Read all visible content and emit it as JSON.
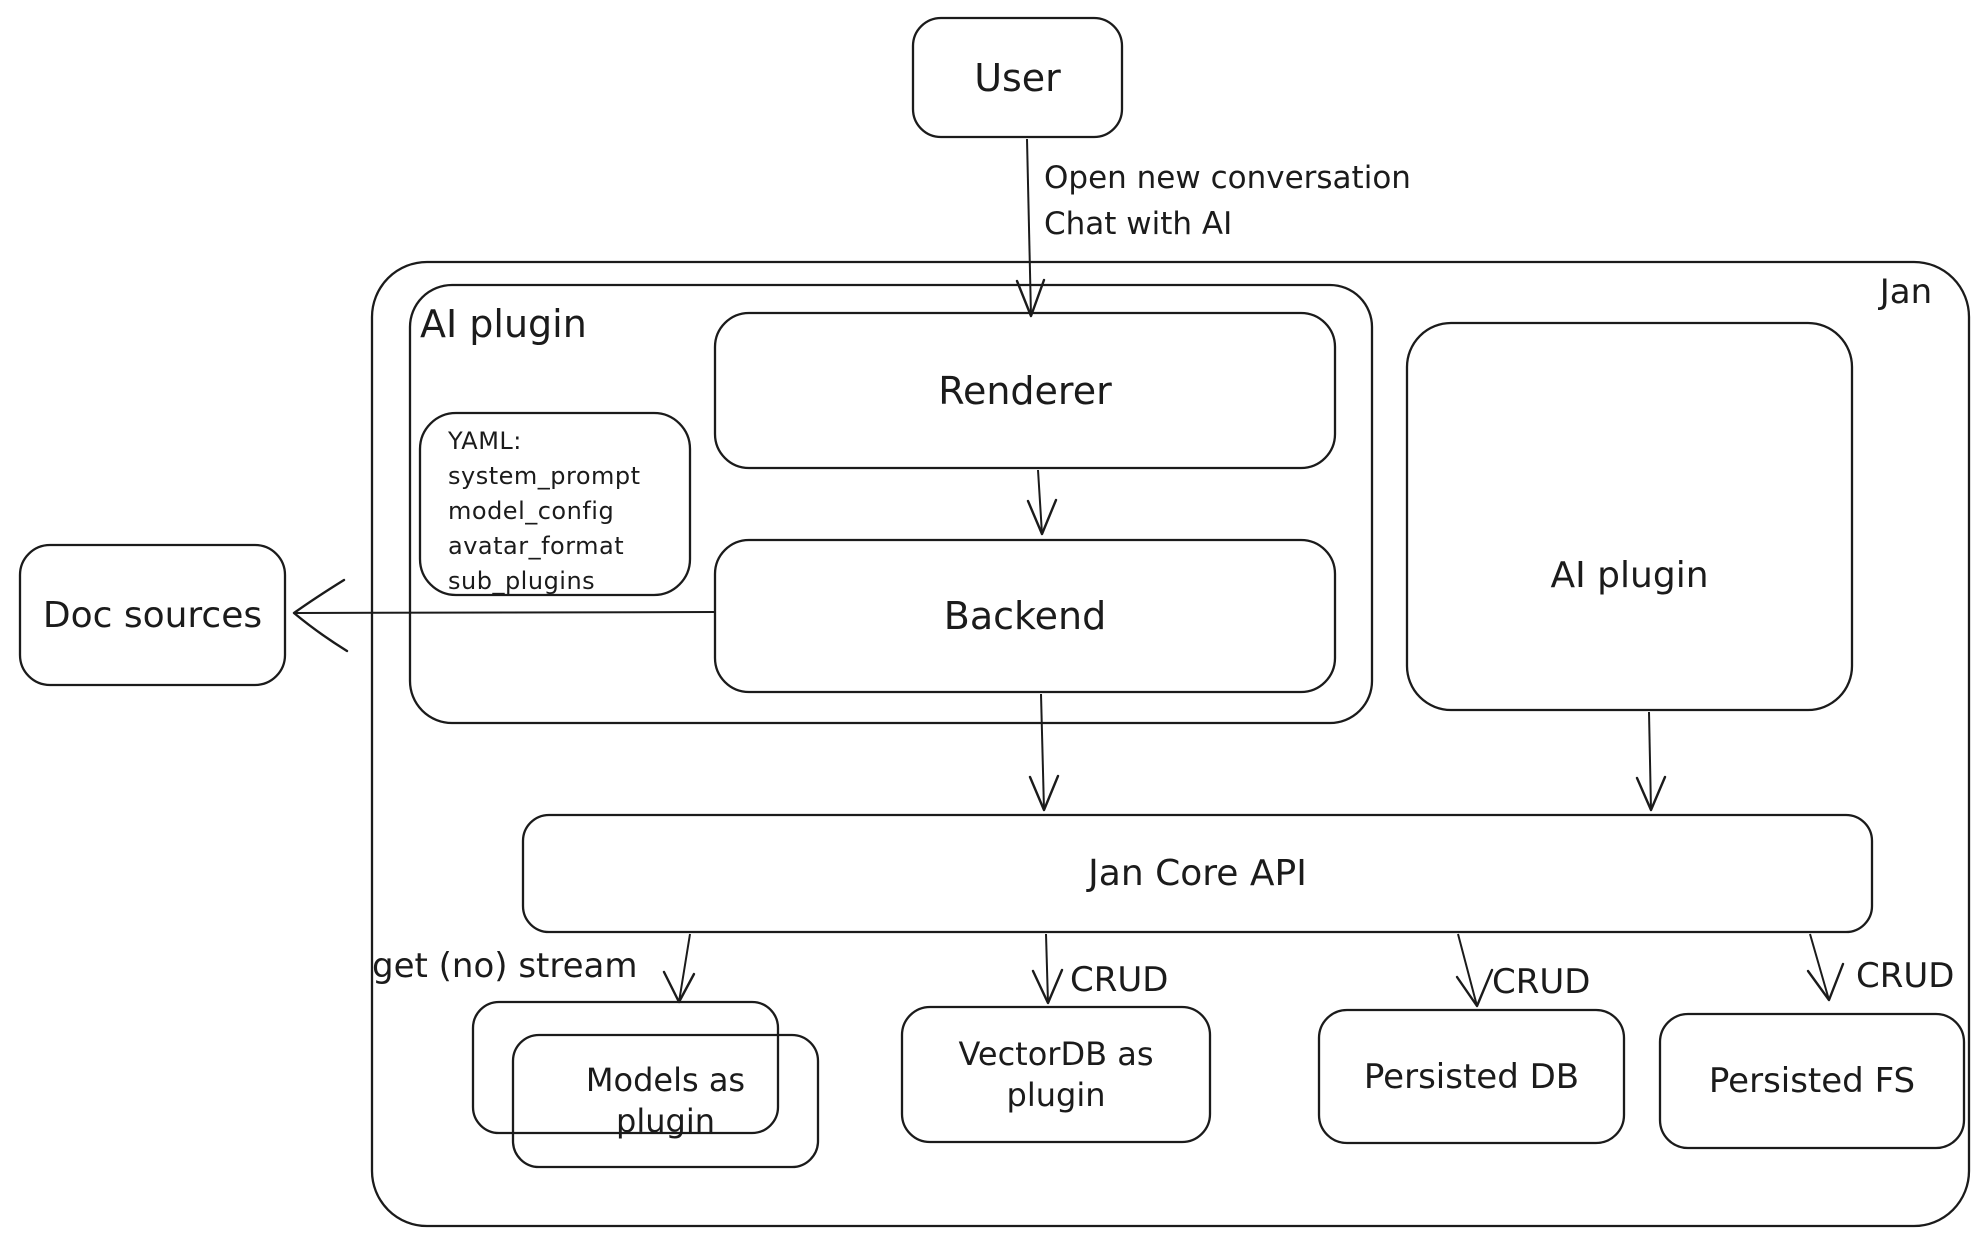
{
  "diagram": {
    "title": "Jan architecture diagram",
    "background": "#ffffff",
    "stroke_color": "#1b1b1b",
    "nodes": {
      "user": {
        "label": "User"
      },
      "jan": {
        "label": "Jan"
      },
      "ai_plugin_left": {
        "label": "AI plugin"
      },
      "yaml_note": {
        "lines": [
          "YAML:",
          "system_prompt",
          "model_config",
          "avatar_format",
          "sub_plugins"
        ]
      },
      "renderer": {
        "label": "Renderer"
      },
      "backend": {
        "label": "Backend"
      },
      "doc_sources": {
        "label": "Doc sources"
      },
      "ai_plugin_right": {
        "label": "AI plugin"
      },
      "jan_core_api": {
        "label": "Jan Core API"
      },
      "models_plugin": {
        "lines": [
          "Models as",
          "plugin"
        ]
      },
      "vectordb_plugin": {
        "lines": [
          "VectorDB as",
          "plugin"
        ]
      },
      "persisted_db": {
        "label": "Persisted DB"
      },
      "persisted_fs": {
        "label": "Persisted FS"
      }
    },
    "edges": {
      "user_to_renderer": {
        "lines": [
          "Open new conversation",
          "Chat with AI"
        ]
      },
      "api_to_models": {
        "label": "get (no) stream"
      },
      "api_to_vectordb": {
        "label": "CRUD"
      },
      "api_to_persisted_db": {
        "label": "CRUD"
      },
      "api_to_persisted_fs": {
        "label": "CRUD"
      }
    }
  }
}
